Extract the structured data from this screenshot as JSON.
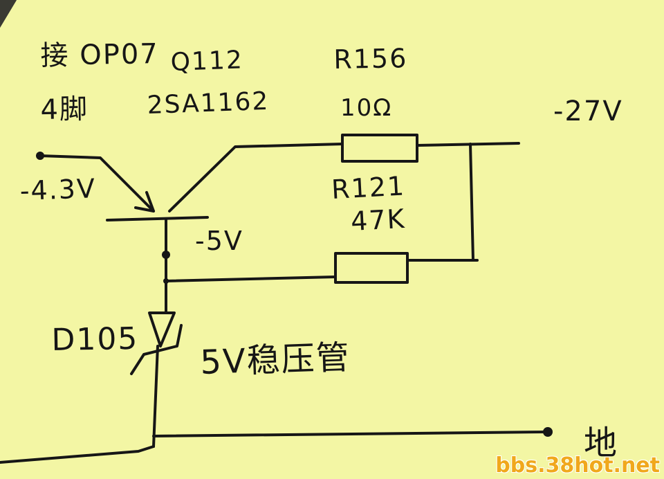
{
  "labels": {
    "connect_line1": "接 OP07",
    "connect_line2": "4脚",
    "transistor_name": "Q112",
    "transistor_model": "2SA1162",
    "r156_name": "R156",
    "r156_value": "10Ω",
    "supply_voltage": "-27V",
    "input_voltage": "-4.3V",
    "r121_name": "R121",
    "r121_value": "47K",
    "node_voltage": "-5V",
    "diode_name": "D105",
    "diode_desc": "5V稳压管",
    "ground": "地"
  },
  "watermark": "bbs.38hot.net",
  "colors": {
    "paper": "#f3f6a4",
    "ink": "#161616",
    "watermark": "#f0a81c"
  }
}
